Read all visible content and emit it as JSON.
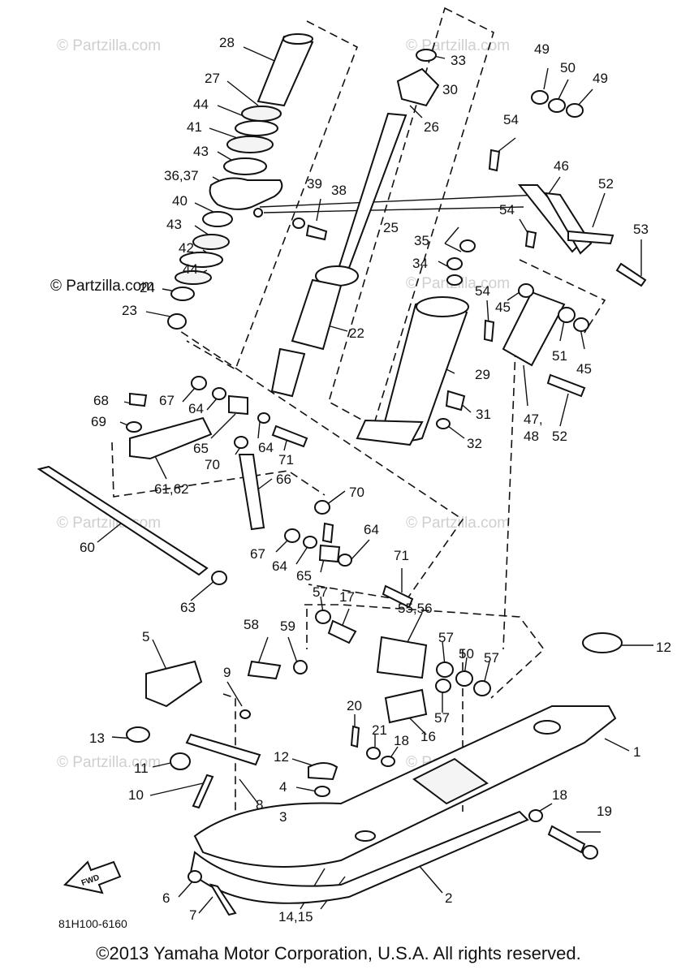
{
  "diagram": {
    "drawing_number": "81H100-6160",
    "fwd_label": "FWD",
    "watermark": "© Partzilla.com",
    "callouts": [
      "28",
      "27",
      "44",
      "41",
      "43",
      "36,37",
      "40",
      "43",
      "42",
      "44",
      "24",
      "23",
      "39",
      "38",
      "25",
      "33",
      "30",
      "26",
      "22",
      "35",
      "34",
      "29",
      "31",
      "32",
      "49",
      "50",
      "49",
      "54",
      "46",
      "52",
      "53",
      "54",
      "54",
      "45",
      "51",
      "45",
      "47,",
      "48",
      "52",
      "68",
      "67",
      "64",
      "69",
      "65",
      "64",
      "71",
      "70",
      "61,62",
      "66",
      "70",
      "60",
      "67",
      "64",
      "65",
      "64",
      "63",
      "71",
      "57",
      "17",
      "55,56",
      "58",
      "59",
      "57",
      "50",
      "57",
      "57",
      "12",
      "5",
      "9",
      "20",
      "21",
      "18",
      "16",
      "13",
      "11",
      "12",
      "4",
      "10",
      "8",
      "1",
      "18",
      "19",
      "3",
      "2",
      "6",
      "7",
      "14,15"
    ]
  },
  "footer": {
    "copyright": "©2013  Yamaha Motor Corporation, U.S.A. All rights reserved."
  }
}
